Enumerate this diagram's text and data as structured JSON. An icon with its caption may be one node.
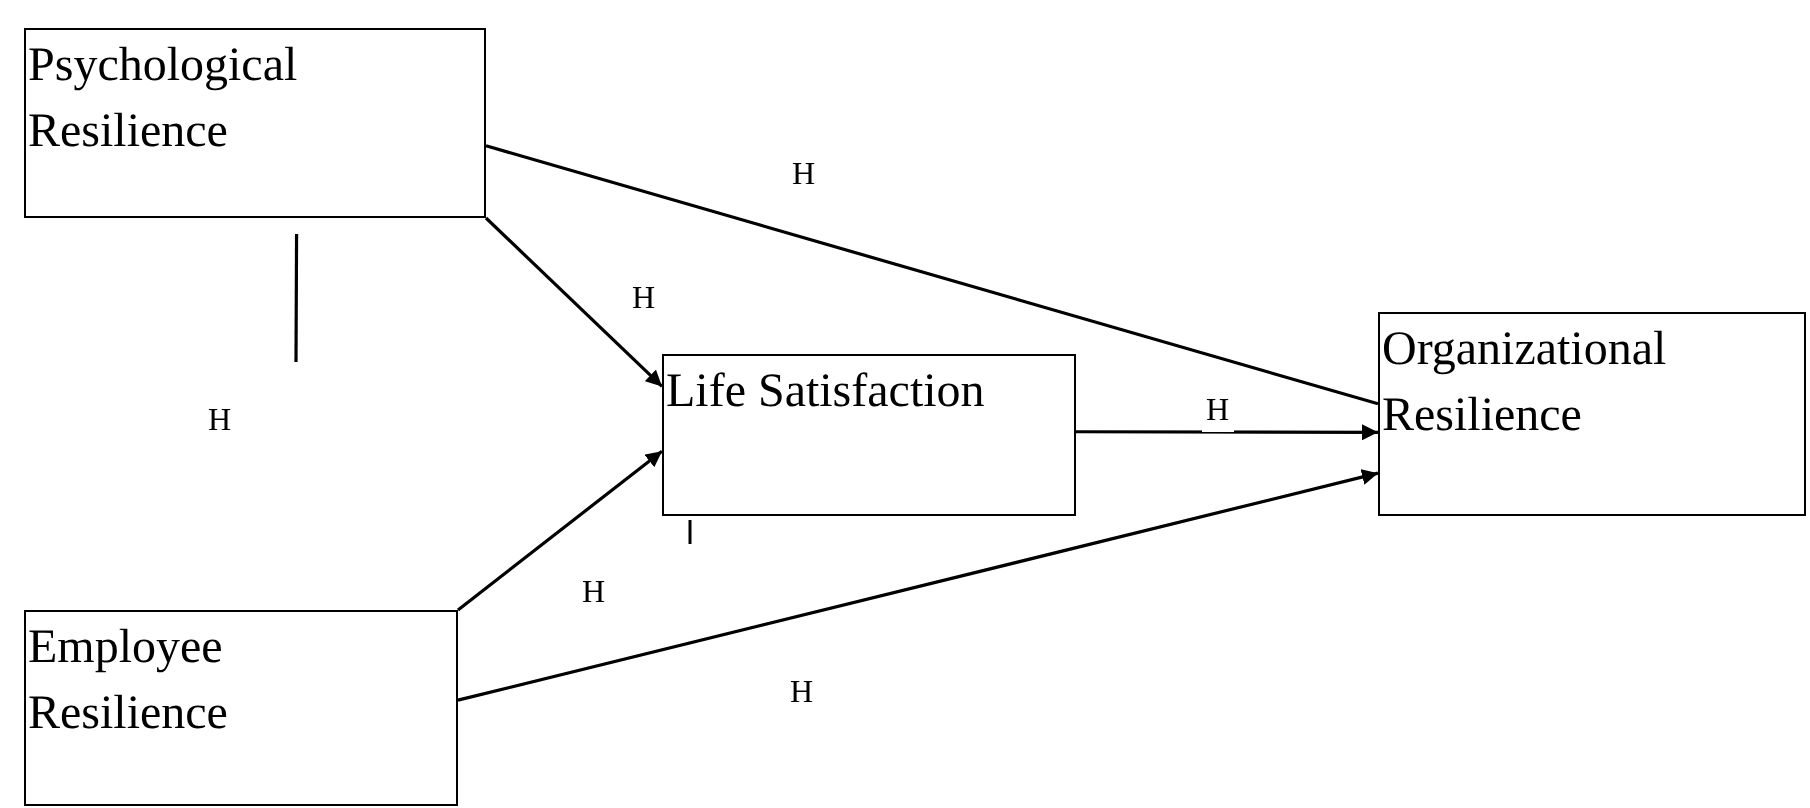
{
  "diagram": {
    "nodes": [
      {
        "text": [
          "Psychological Resilience"
        ]
      },
      {
        "text": [
          "Life Satisfaction"
        ]
      },
      {
        "text": [
          "Organizational Resilience"
        ]
      },
      {
        "text": [
          "Employee Resilience"
        ]
      }
    ],
    "edges": [
      {
        "from": 0,
        "to": 2,
        "arrow": "none",
        "label": "H"
      },
      {
        "from": 0,
        "to": 1,
        "arrow": "to",
        "label": "H"
      },
      {
        "from": 0,
        "to": null,
        "arrow": "none",
        "label": "H"
      },
      {
        "from": 1,
        "to": 2,
        "arrow": "to",
        "label": "H"
      },
      {
        "from": 3,
        "to": 1,
        "arrow": "to",
        "label": "H"
      },
      {
        "from": 3,
        "to": 2,
        "arrow": "to",
        "label": "H"
      }
    ]
  }
}
